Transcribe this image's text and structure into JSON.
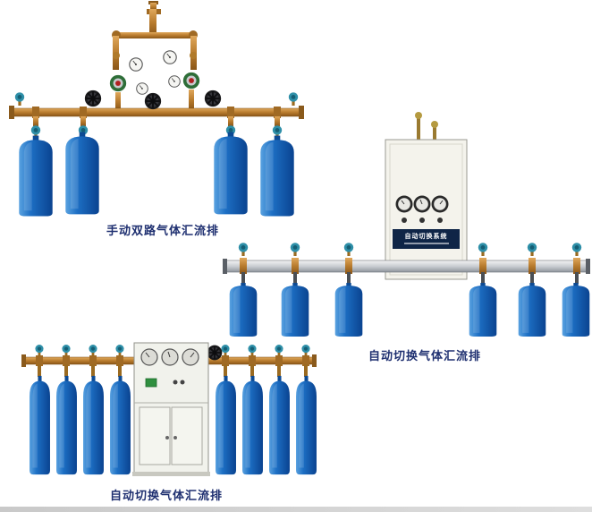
{
  "page": {
    "background": "#ffffff",
    "caption_color": "#1e2f70"
  },
  "colors": {
    "cylinder_blue": "#1d6fc4",
    "brass": "#b97c2e",
    "manifold_silver": "#c9cdd2",
    "cabinet_body": "#f4f3ec",
    "valve_teal": "#2e8fa8"
  },
  "figures": [
    {
      "id": "manual-dual-manifold",
      "caption": "手动双路气体汇流排"
    },
    {
      "id": "auto-switch-wall-manifold",
      "caption": "自动切换气体汇流排",
      "cabinet_label": "自动切换系统"
    },
    {
      "id": "auto-switch-cabinet-manifold",
      "caption": "自动切换气体汇流排"
    }
  ]
}
